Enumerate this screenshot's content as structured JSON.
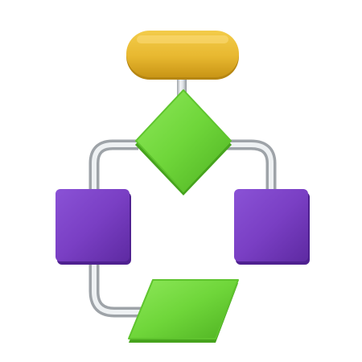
{
  "diagram": {
    "type": "flowchart-icon",
    "nodes": [
      {
        "id": "start",
        "shape": "terminator"
      },
      {
        "id": "decision",
        "shape": "diamond"
      },
      {
        "id": "process-left",
        "shape": "process"
      },
      {
        "id": "process-right",
        "shape": "process"
      },
      {
        "id": "input-output",
        "shape": "parallelogram"
      }
    ],
    "connectors": [
      {
        "from": "start",
        "to": "decision"
      },
      {
        "from": "decision",
        "to": "process-left"
      },
      {
        "from": "decision",
        "to": "process-right"
      },
      {
        "from": "process-left",
        "to": "input-output"
      }
    ],
    "colors": {
      "terminator": "#E8B830",
      "decision": "#6FD63A",
      "process": "#7A3FC4",
      "input_output": "#6FD63A",
      "connector": "#C8CCD0",
      "background": "#FFFFFF"
    }
  }
}
